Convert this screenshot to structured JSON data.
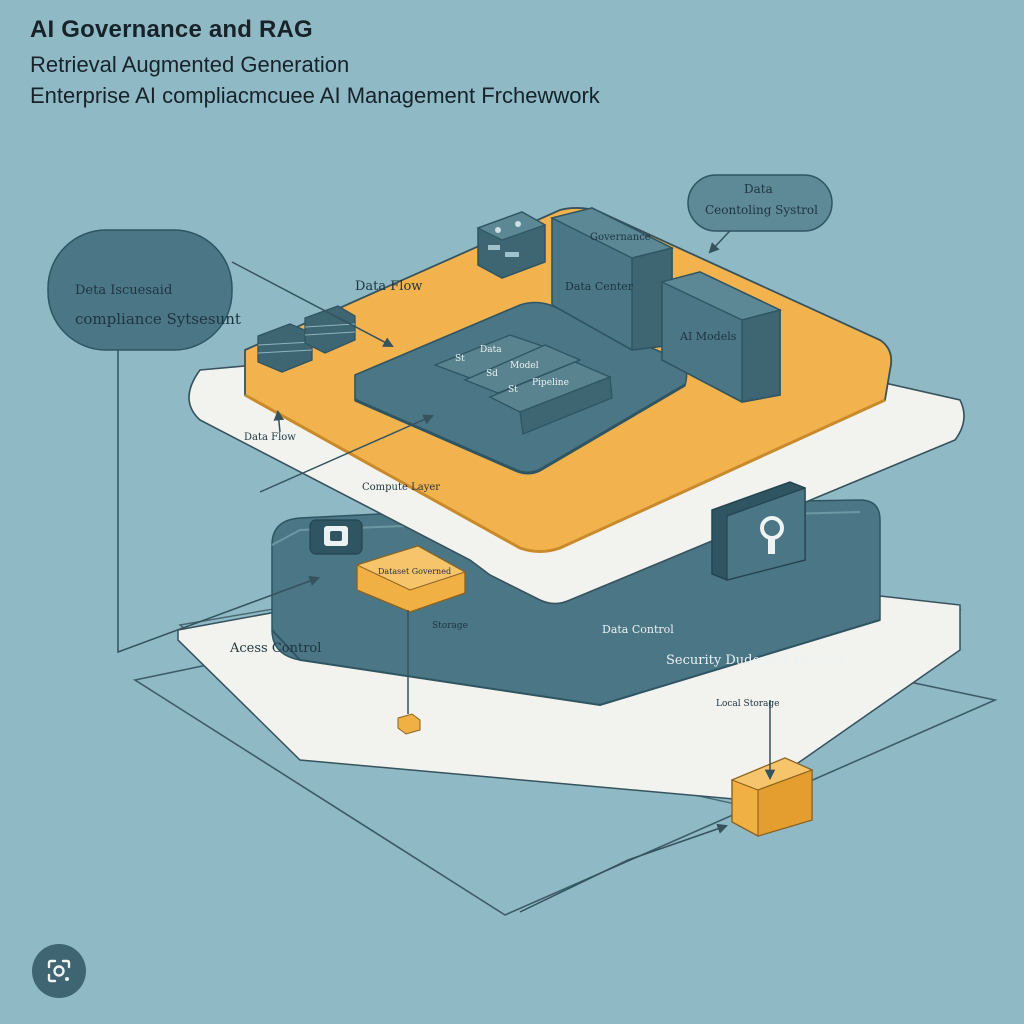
{
  "header": {
    "title": "AI Governance and RAG",
    "subtitle": "Retrieval Augmented Generation",
    "subtitle2": "Enterprise AI compliacmcuee AI Management Frchewwork"
  },
  "callouts": {
    "left_line1": "Deta Iscuesaid",
    "left_line2": "compliance Sytsesunt",
    "right_line1": "Data",
    "right_line2": "Ceontoling Systrol"
  },
  "labels": {
    "data_flow_top": "Data Flow",
    "data_flow_left": "Data Flow",
    "governance": "Governance",
    "data_center": "Data Center",
    "ai_models": "AI Models",
    "compute_layer": "Compute Layer",
    "access_control": "Acess Control",
    "data_control": "Data Control",
    "security_policies": "Security Dudomity Policies",
    "local_storage": "Local Storage",
    "storage": "Storage",
    "badge": "Dataset Governed",
    "row1_a": "St",
    "row1_b": "Data",
    "row2_a": "Sd",
    "row2_b": "Model",
    "row3_a": "St",
    "row3_b": "Pipeline"
  },
  "colors": {
    "background": "#8fb9c4",
    "platform_light": "#f2f3ee",
    "platform_orange": "#f2b24e",
    "block_teal": "#4b7685",
    "block_dark": "#2f5562",
    "accent_gold": "#f0b043",
    "line": "#35525d"
  },
  "icons": [
    "lock-icon",
    "chip-icon",
    "storage-stack-icon",
    "camera-lens-icon"
  ]
}
